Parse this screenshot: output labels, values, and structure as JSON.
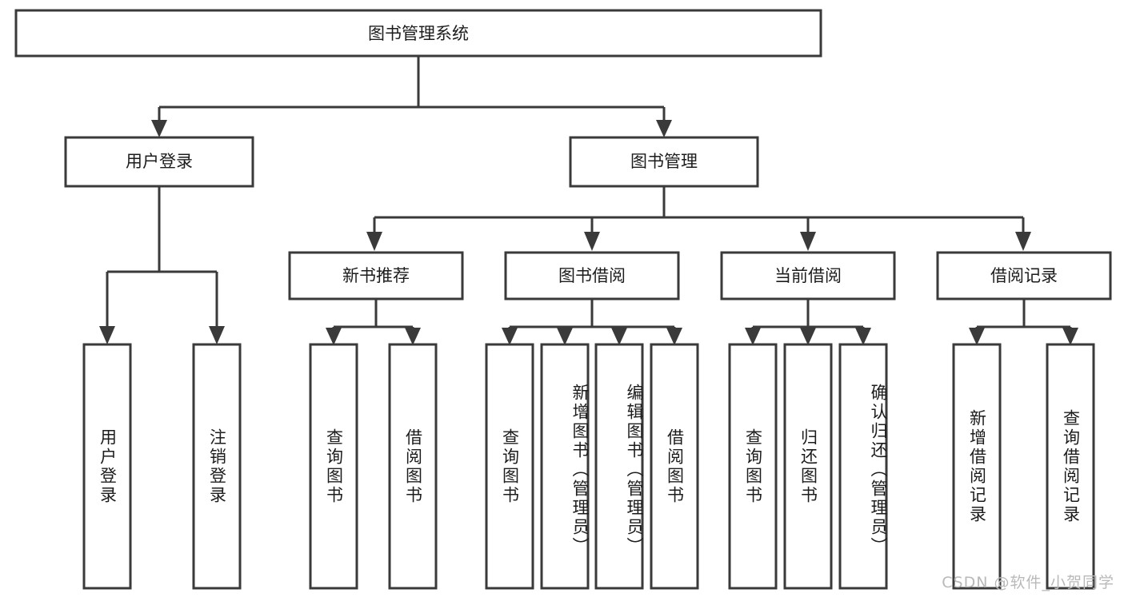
{
  "diagram": {
    "type": "tree-hierarchy-chart",
    "title": "图书管理系统",
    "colors": {
      "background": "#ffffff",
      "box_stroke": "#3a3a3a",
      "box_fill": "#ffffff",
      "text": "#1c1c1c",
      "watermark": "#b9b9b9"
    },
    "root": {
      "label": "图书管理系统"
    },
    "level2": [
      {
        "label": "用户登录"
      },
      {
        "label": "图书管理"
      }
    ],
    "level3": [
      {
        "label": "新书推荐"
      },
      {
        "label": "图书借阅"
      },
      {
        "label": "当前借阅"
      },
      {
        "label": "借阅记录"
      }
    ],
    "leaves": {
      "user_login": [
        {
          "label": "用户登录"
        },
        {
          "label": "注销登录"
        }
      ],
      "new_book_recommend": [
        {
          "label": "查询图书"
        },
        {
          "label": "借阅图书"
        }
      ],
      "book_borrow": [
        {
          "label": "查询图书"
        },
        {
          "label": "新增图书（管理员）"
        },
        {
          "label": "编辑图书（管理员）"
        },
        {
          "label": "借阅图书"
        }
      ],
      "current_borrow": [
        {
          "label": "查询图书"
        },
        {
          "label": "归还图书"
        },
        {
          "label": "确认归还（管理员）"
        }
      ],
      "borrow_record": [
        {
          "label": "新增借阅记录"
        },
        {
          "label": "查询借阅记录"
        }
      ]
    }
  },
  "watermark": {
    "text": "CSDN @软件_小贺同学"
  }
}
